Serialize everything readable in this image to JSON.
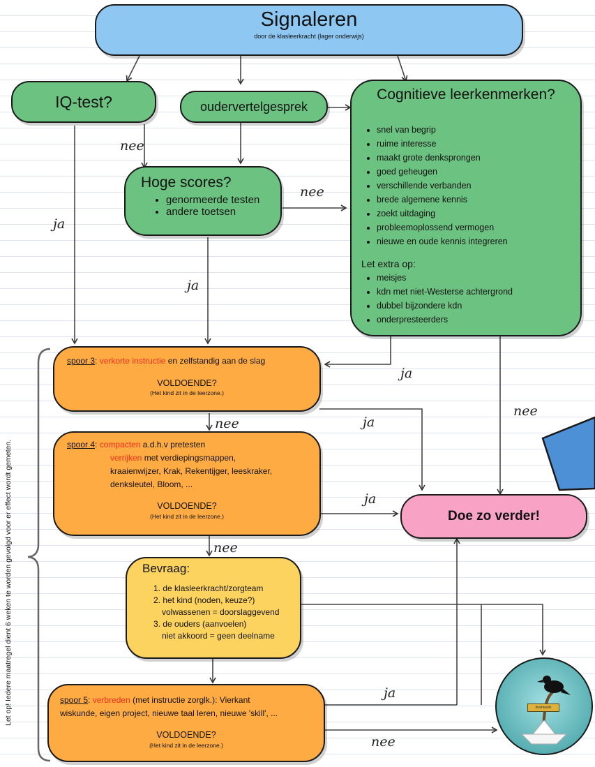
{
  "top": {
    "title": "Signaleren",
    "subtitle": "door de klasleerkracht (lager onderwijs)"
  },
  "iq": {
    "label": "IQ-test?"
  },
  "parent": {
    "label": "oudervertelgesprek"
  },
  "scores": {
    "title": "Hoge scores?",
    "items": [
      "genormeerde testen",
      "andere toetsen"
    ]
  },
  "cog": {
    "title": "Cognitieve leerkenmerken?",
    "items": [
      "snel van begrip",
      "ruime interesse",
      "maakt grote denksprongen",
      "goed geheugen",
      "verschillende verbanden",
      "brede algemene kennis",
      "zoekt uitdaging",
      "probleemoplossend vermogen",
      "nieuwe en oude kennis integreren"
    ],
    "extra_title": "Let extra op:",
    "extra_items": [
      "meisjes",
      "kdn met niet-Westerse achtergrond",
      "dubbel bijzondere kdn",
      "onderpresteerders"
    ]
  },
  "s3": {
    "spoor": "spoor 3",
    "colon": ":",
    "red": "verkorte instructie",
    "rest": " en zelfstandig aan de slag",
    "q": "VOLDOENDE?",
    "note": "(Het kind zit in de leerzone.)"
  },
  "s4": {
    "spoor": "spoor 4",
    "colon": ":",
    "red1": "compacten",
    "rest1": " a.d.h.v pretesten",
    "red2": "verrijken",
    "rest2": " met verdiepingsmappen,",
    "line3": "kraaienwijzer, Krak, Rekentijger, leeskraker,",
    "line4": "denksleutel, Bloom, ...",
    "q": "VOLDOENDE?",
    "note": "(Het kind zit in de leerzone.)"
  },
  "bev": {
    "title": "Bevraag:",
    "l1": "1. de klasleerkracht/zorgteam",
    "l2": "2. het kind (noden, keuze?)",
    "l2b": "volwassenen = doorslaggevend",
    "l3": "3. de ouders (aanvoelen)",
    "l3b": "niet akkoord = geen deelname"
  },
  "s5": {
    "spoor": "spoor 5",
    "colon": ":",
    "red": "verbreden",
    "rest": " (met instructie zorglk.): Vierkant",
    "line2": "wiskunde, eigen project, nieuwe taal leren, nieuwe 'skill', ...",
    "q": "VOLDOENDE?",
    "note": "(Het kind zit in de leerzone.)"
  },
  "doe": {
    "label": "Doe zo verder!"
  },
  "side": {
    "text": "Let op! Iedere maatregel dient 6 weken te worden gevolgd voor er effect wordt gemeten."
  },
  "logo": {
    "label": "braintastik"
  },
  "labels": {
    "nee": "nee",
    "ja": "ja"
  }
}
